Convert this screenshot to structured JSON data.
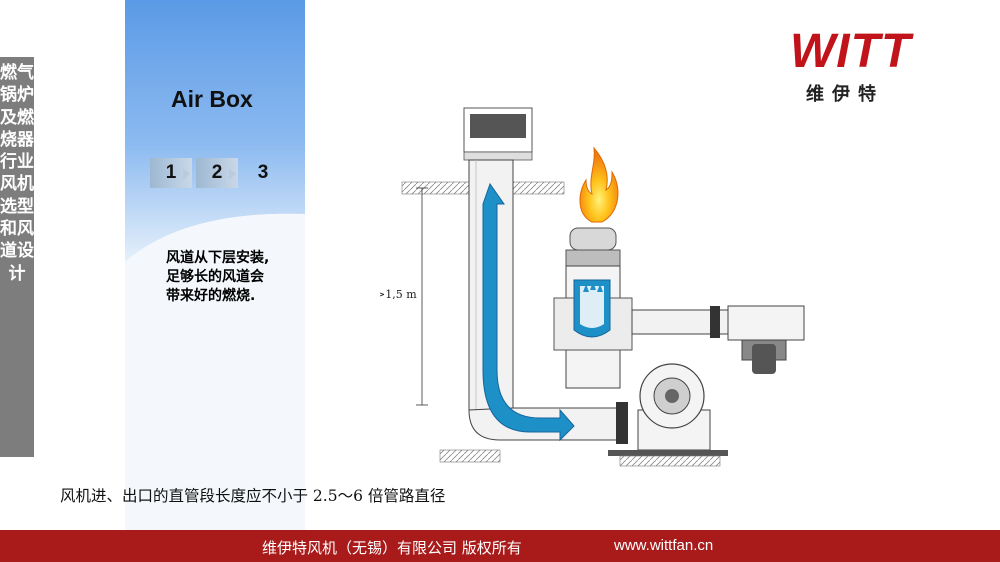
{
  "sidebar": {
    "label": "燃气锅炉及燃烧器行业风机选型和风道设计"
  },
  "title": "Air Box",
  "steps": [
    "1",
    "2",
    "3"
  ],
  "description": [
    "风道从下层安装,",
    "足够长的风道会",
    "带来好的燃烧."
  ],
  "logo": {
    "brand": "WITT",
    "chinese": "维伊特"
  },
  "diagram": {
    "dimension_label": ">1,5 m"
  },
  "caption": "风机进、出口的直管段长度应不小于 2.5～6 倍管路直径",
  "footer": {
    "company": "维伊特风机（无锡）有限公司 版权所有",
    "website": "www.wittfan.cn"
  },
  "colors": {
    "brand_red": "#c0131a",
    "footer_red": "#a91b1b",
    "panel_blue": "#5b9ae6",
    "arrow_blue": "#1e90c8",
    "flame_orange": "#f07a10"
  }
}
